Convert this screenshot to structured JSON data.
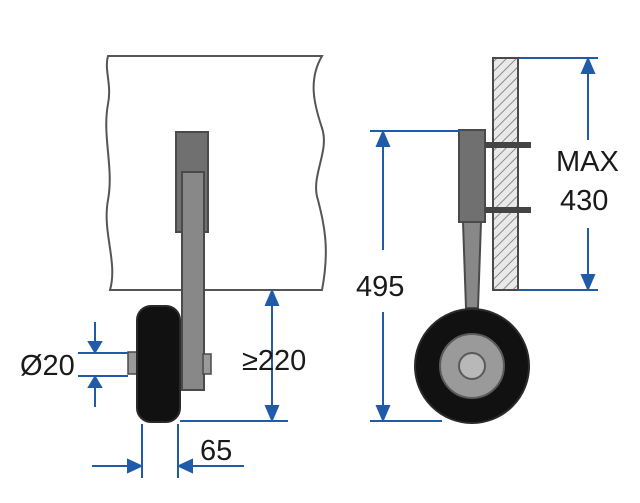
{
  "dimensions": {
    "axle_diameter": "Ø20",
    "ground_clearance": "≥220",
    "wheel_offset": "65",
    "total_height": "495",
    "max_transom_line1": "MAX",
    "max_transom_line2": "430"
  },
  "colors": {
    "dimension_line": "#1f5ba8",
    "outline": "#4a4a4a",
    "bracket": "#707070",
    "tire": "#111111",
    "hub": "#9a9a9a",
    "hatch": "#8a8a8a"
  }
}
